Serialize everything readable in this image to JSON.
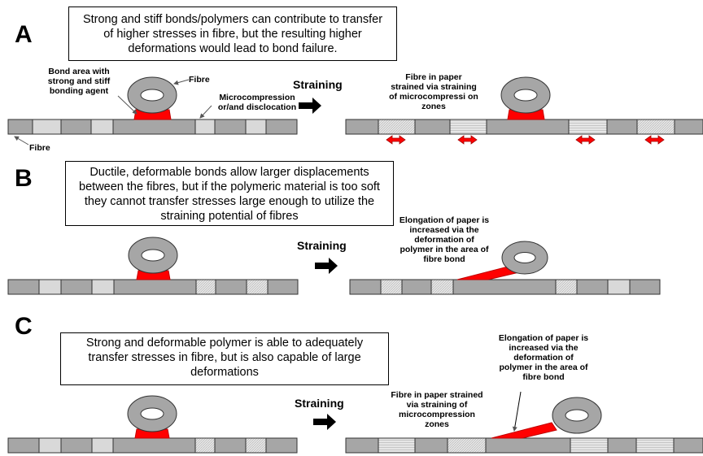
{
  "panels": [
    {
      "letter": "A",
      "description": "Strong and stiff bonds/polymers can contribute to transfer of higher stresses in fibre, but  the resulting higher deformations would lead to bond failure.",
      "labels": {
        "bond_area": "Bond area with strong and stiff bonding agent",
        "fibre_top": "Fibre",
        "microcompression": "Microcompression or/and disclocation",
        "fibre_bottom": "Fibre",
        "strained": "Fibre in paper strained via straining of microcompressi on zones"
      },
      "straining": "Straining"
    },
    {
      "letter": "B",
      "description": "Ductile, deformable bonds allow larger displacements between the fibres, but if the polymeric material is too soft they cannot transfer stresses large enough to utilize the straining potential of fibres",
      "labels": {
        "elongation": "Elongation of paper is increased via the deformation of polymer in the area of fibre bond"
      },
      "straining": "Straining"
    },
    {
      "letter": "C",
      "description": "Strong and deformable polymer is able to adequately transfer stresses in fibre, but is also capable of large deformations",
      "labels": {
        "strained": "Fibre in paper strained via straining of microcompression zones",
        "elongation": "Elongation of paper is increased via the deformation of polymer in the area of fibre bond"
      },
      "straining": "Straining"
    }
  ],
  "colors": {
    "fibre_gray": "#a6a6a6",
    "zone_light": "#d9d9d9",
    "bond_red": "#ff0000",
    "arrow_black": "#000000"
  }
}
